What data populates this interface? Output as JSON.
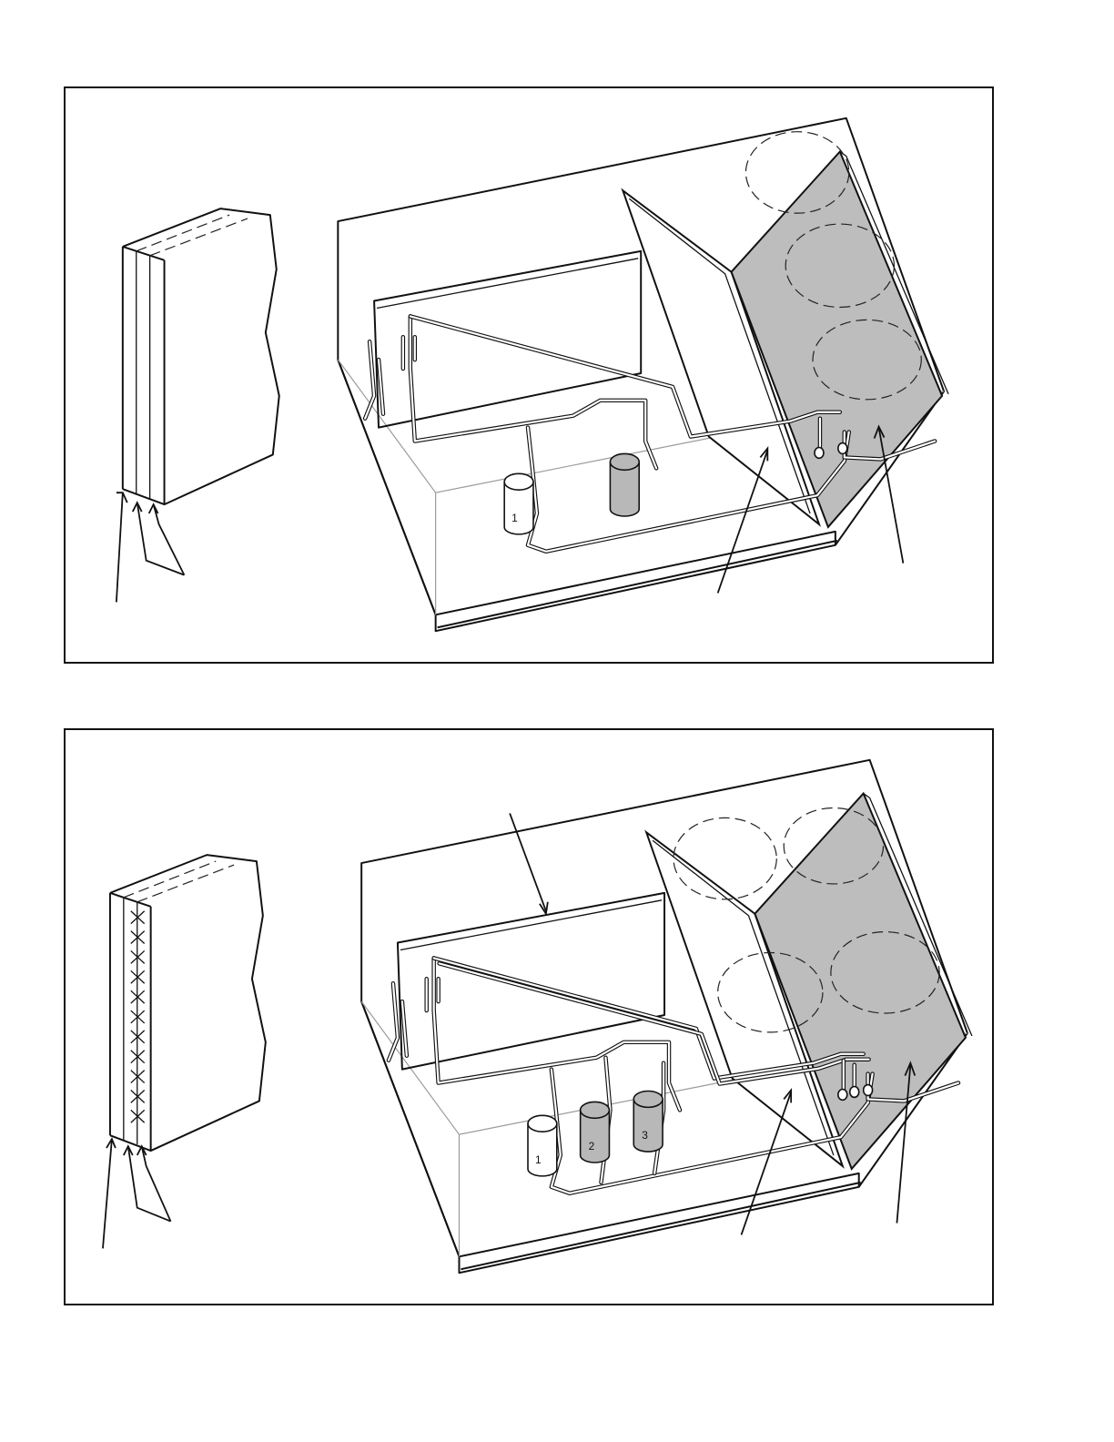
{
  "figure_top": {
    "compressors": [
      {
        "number": "1",
        "color": "#ffffff",
        "show_label": true
      },
      {
        "number": "",
        "color": "#b8b8b8",
        "show_label": false
      }
    ]
  },
  "figure_bottom": {
    "compressors": [
      {
        "number": "1",
        "color": "#ffffff",
        "show_label": true
      },
      {
        "number": "2",
        "color": "#b8b8b8",
        "show_label": true
      },
      {
        "number": "3",
        "color": "#b8b8b8",
        "show_label": true
      }
    ]
  },
  "colors": {
    "outline": "#111111",
    "shaded_coil": "#bdbdbd",
    "hidden_edge": "#9a9a9a",
    "background": "#ffffff"
  }
}
